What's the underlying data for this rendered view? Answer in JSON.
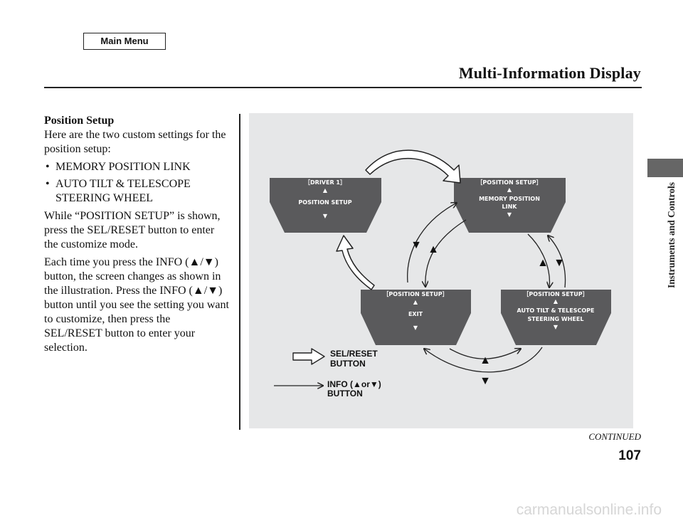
{
  "nav": {
    "main_menu": "Main Menu"
  },
  "header": {
    "title": "Multi-Information Display"
  },
  "side_tab": {
    "label": "Instruments and Controls"
  },
  "content": {
    "heading": "Position Setup",
    "intro": "Here are the two custom settings for the position setup:",
    "bullets": [
      {
        "marker": "•",
        "text": "MEMORY POSITION LINK"
      },
      {
        "marker": "•",
        "text": "AUTO TILT & TELESCOPE STEERING WHEEL"
      }
    ],
    "para1": "While “POSITION SETUP” is shown, press the SEL/RESET button to enter the customize mode.",
    "para2": "Each time you press the INFO (▲/▼) button, the screen changes as shown in the illustration. Press the INFO (▲/▼) button until you see the setting you want to customize, then press the SEL/RESET button to enter your selection."
  },
  "diagram": {
    "screens": [
      {
        "id": "driver1",
        "line1": "［DRIVER 1］",
        "up": "▲",
        "line2": "POSITION SETUP",
        "line3": "",
        "down": "▼"
      },
      {
        "id": "memory",
        "line1": "［POSITION SETUP］",
        "up": "▲",
        "line2": "MEMORY POSITION",
        "line3": "LINK",
        "down": "▼"
      },
      {
        "id": "exit",
        "line1": "［POSITION SETUP］",
        "up": "▲",
        "line2": "EXIT",
        "line3": "",
        "down": "▼"
      },
      {
        "id": "tilt",
        "line1": "［POSITION SETUP］",
        "up": "▲",
        "line2": "AUTO TILT & TELESCOPE",
        "line3": "STEERING WHEEL",
        "down": "▼"
      }
    ],
    "legend": {
      "sel_line1": "SEL/RESET",
      "sel_line2": "BUTTON",
      "info_line1": "INFO (▲or▼)",
      "info_line2": "BUTTON"
    },
    "arrow_symbols": {
      "up": "▲",
      "down": "▼"
    },
    "colors": {
      "screen_fill": "#5a5a5c",
      "panel_bg": "#e6e7e8"
    }
  },
  "footer": {
    "continued": "CONTINUED",
    "page_number": "107",
    "watermark": "carmanualsonline.info"
  }
}
